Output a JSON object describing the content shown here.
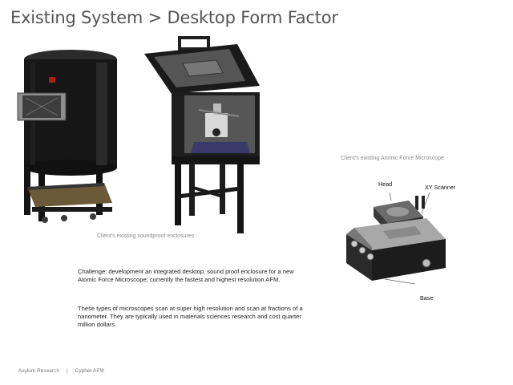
{
  "title": "Existing System > Desktop Form Factor",
  "captions": {
    "enclosures": "Client's existing soundproof  enclosures",
    "afm": "Client's existing Atomic Force Microscope"
  },
  "callouts": {
    "head": "Head",
    "xy_scanner": "XY Scanner",
    "base": "Base"
  },
  "paragraphs": {
    "challenge": "Challenge: development an integrated desktop, sound proof enclosure for a new Atomic Force Microscope; currently the fastest and highest resolution AFM.",
    "microscopes": "These types of microscopes scan at super high resolution and  scan at fractions of a nanometer. They are typically used in materials sciences research and cost quarter million dollars."
  },
  "footer": {
    "company": "Asylum Research",
    "separator": "|",
    "product": "Cypher AFM"
  }
}
